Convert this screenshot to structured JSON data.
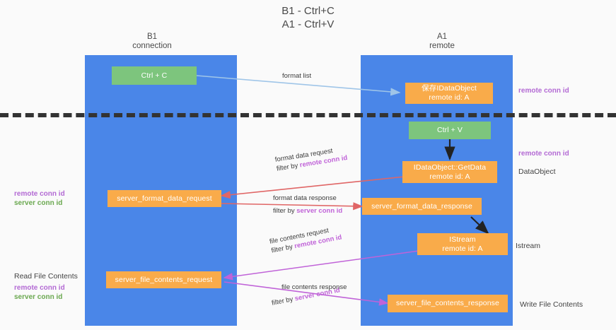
{
  "title": {
    "line1": "B1 - Ctrl+C",
    "line2": "A1 - Ctrl+V"
  },
  "columns": [
    {
      "name": "B1",
      "role": "connection"
    },
    {
      "name": "A1",
      "role": "remote"
    }
  ],
  "nodes": {
    "ctrl_c": "Ctrl + C",
    "ctrl_v": "Ctrl + V",
    "save_idataobject_l1": "保存IDataObject",
    "save_idataobject_l2": "remote id: A",
    "getdata_l1": "IDataObject::GetData",
    "getdata_l2": "remote id: A",
    "istream_l1": "IStream",
    "istream_l2": "remote id: A",
    "server_format_data_request": "server_format_data_request",
    "server_format_data_response": "server_format_data_response",
    "server_file_contents_request": "server_file_contents_request",
    "server_file_contents_response": "server_file_contents_response"
  },
  "edges": [
    {
      "label": "format list",
      "filter": "",
      "filter_key": ""
    },
    {
      "label": "format data request",
      "filter": "filter by ",
      "filter_key": "remote conn id"
    },
    {
      "label": "format data response",
      "filter": "filter by ",
      "filter_key": "server conn id"
    },
    {
      "label": "file contents request",
      "filter": "filter by ",
      "filter_key": "remote conn id"
    },
    {
      "label": "file contents response",
      "filter": "filter by ",
      "filter_key": "server conn id"
    }
  ],
  "annotations": {
    "right_remote_conn_top": "remote conn id",
    "right_remote_conn_mid": "remote conn id",
    "right_dataobject": "DataObject",
    "right_istream": "Istream",
    "right_write_file_contents": "Write File Contents",
    "left_remote_conn_id": "remote conn id",
    "left_server_conn_id": "server conn id",
    "left_read_file_contents": "Read File Contents",
    "left_remote_conn_id2": "remote conn id",
    "left_server_conn_id2": "server conn id"
  },
  "colors": {
    "lane": "#4a86e8",
    "green_node": "#7dc57d",
    "orange_node": "#f9ab4a",
    "purple_text": "#b36ad4",
    "green_text": "#6aa84f",
    "divider": "#333333",
    "edge_blue": "#9fc5e8",
    "edge_red": "#e06666",
    "edge_magenta": "#c063d8",
    "edge_black": "#222222"
  }
}
